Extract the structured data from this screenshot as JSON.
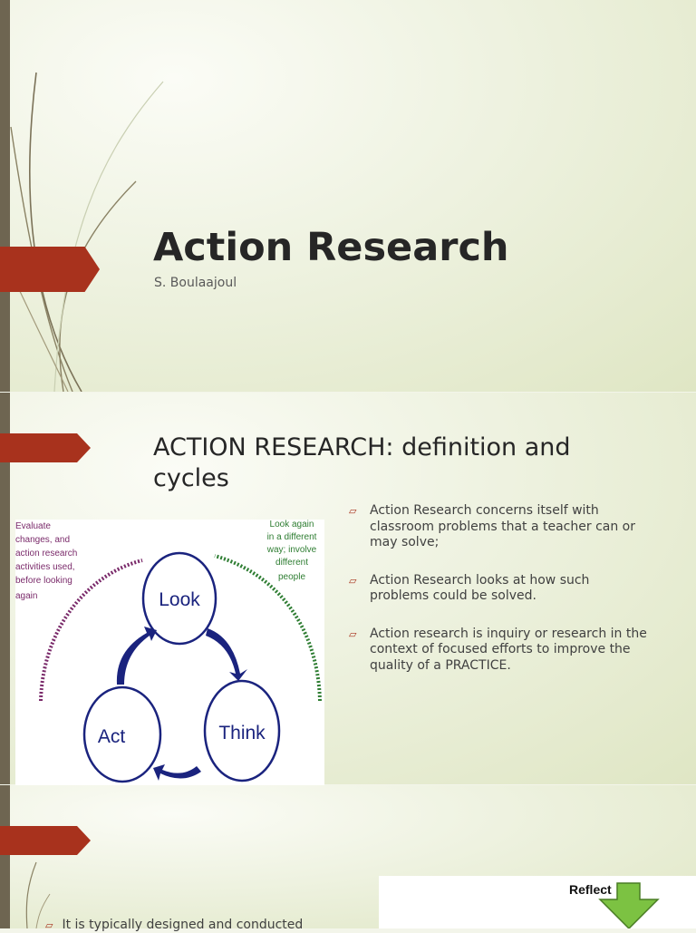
{
  "slide1": {
    "title": "Action Research",
    "subtitle": "S. Boulaajoul"
  },
  "slide2": {
    "heading": "ACTION RESEARCH: definition and cycles",
    "bullets": [
      "Action Research concerns itself with classroom problems that a teacher can or may solve;",
      "Action Research looks at how such problems could be solved.",
      "Action research is inquiry or research in the context of focused efforts to improve the quality of a PRACTICE."
    ],
    "diagram": {
      "nodes": [
        "Look",
        "Think",
        "Act"
      ],
      "note_left": [
        "Evaluate",
        "changes, and",
        "action research",
        "activities used,",
        "before looking",
        "again"
      ],
      "note_right": [
        "Look again",
        "in a different",
        "way; involve",
        "different",
        "people"
      ]
    }
  },
  "slide3": {
    "bullet": "It is typically designed and conducted",
    "figure_label": "Reflect"
  },
  "colors": {
    "accent": "#a8321d",
    "sidebar": "#6e6551",
    "note_left": "#7a2a6a",
    "note_right": "#2e7d32",
    "reflect_arrow": "#7cc242"
  }
}
